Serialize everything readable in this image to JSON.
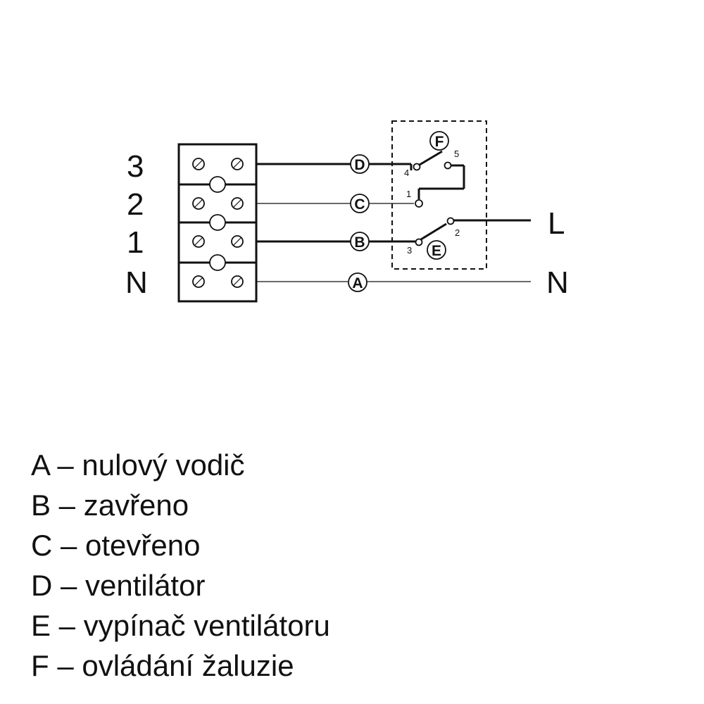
{
  "terminal_rows": [
    "3",
    "2",
    "1",
    "N"
  ],
  "supply": {
    "line": "L",
    "neutral": "N"
  },
  "nodes": {
    "A": "A",
    "B": "B",
    "C": "C",
    "D": "D",
    "E": "E",
    "F": "F"
  },
  "pins": {
    "f_left": "4",
    "f_right": "5",
    "c_in": "1",
    "e_left": "3",
    "e_right": "2"
  },
  "legend": [
    "A – nulový vodič",
    "B – zavřeno",
    "C – otevřeno",
    "D – ventilátor",
    "E – vypínač ventilátoru",
    "F – ovládání žaluzie"
  ]
}
